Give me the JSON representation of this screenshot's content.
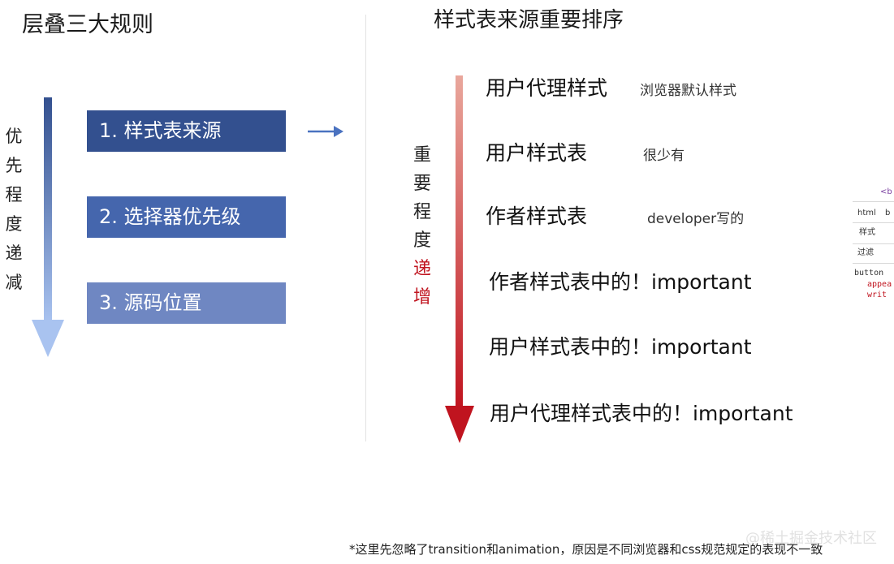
{
  "left": {
    "title": "层叠三大规则",
    "vertical_label": "优先程度递减",
    "rules": [
      {
        "label": "1. 样式表来源"
      },
      {
        "label": "2. 选择器优先级"
      },
      {
        "label": "3. 源码位置"
      }
    ]
  },
  "right": {
    "title": "样式表来源重要排序",
    "vertical_label": {
      "normal": "重要程度",
      "highlight": "递增"
    },
    "origins": [
      {
        "label": "用户代理样式",
        "note": "浏览器默认样式"
      },
      {
        "label": "用户样式表",
        "note": "很少有"
      },
      {
        "label": "作者样式表",
        "note": "developer写的"
      },
      {
        "label": "作者样式表中的！important",
        "note": ""
      },
      {
        "label": "用户样式表中的！important",
        "note": ""
      },
      {
        "label": "用户代理样式表中的！important",
        "note": ""
      }
    ]
  },
  "devtools": {
    "top_text": "<b",
    "tabs": [
      "html",
      "b"
    ],
    "styles_tab": "样式",
    "filter": "过滤",
    "selector": "button",
    "props": [
      "appea",
      "writ"
    ]
  },
  "footnote": "*这里先忽略了transition和animation，原因是不同浏览器和css规范规定的表现不一致",
  "watermark": "@稀土掘金技术社区",
  "colors": {
    "rule_1": "#33508f",
    "rule_2": "#4566ad",
    "rule_3": "#6f87c2",
    "arrow_red": "#c0141f",
    "highlight_red": "#c0141f"
  }
}
